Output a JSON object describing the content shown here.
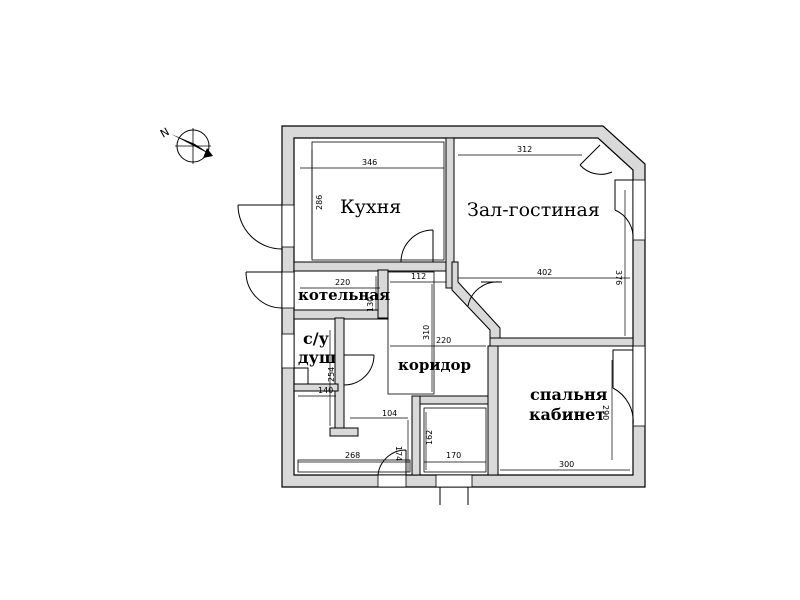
{
  "colors": {
    "wall_fill": "#d9d9d9",
    "line": "#000000",
    "background": "#ffffff"
  },
  "compass": {
    "label": "N",
    "icon": "compass-rose-icon"
  },
  "rooms": {
    "kitchen": "Кухня",
    "living": "Зал-гостиная",
    "boiler": "котельная",
    "wc_line1": "с/у",
    "wc_line2": "душ",
    "corridor": "коридор",
    "bedroom_line1": "спальня",
    "bedroom_line2": "кабинет"
  },
  "dimensions": {
    "kitchen_width": "346",
    "kitchen_depth": "286",
    "living_top": "312",
    "living_width": "402",
    "living_right": "376",
    "boiler_width": "220",
    "boiler_depth": "130",
    "corridor_small": "112",
    "corridor_length": "310",
    "corridor_width": "220",
    "wc_depth": "254",
    "wc_width": "140",
    "hall_small": "104",
    "hall_depth": "174",
    "storage_depth": "162",
    "storage_width": "170",
    "room_bottom_left": "268",
    "bedroom_width": "300",
    "bedroom_depth": "290"
  }
}
